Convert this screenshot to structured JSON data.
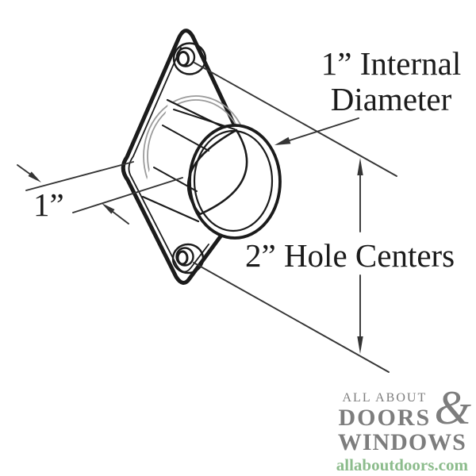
{
  "colors": {
    "ink": "#1b1b1b",
    "dim": "#343434",
    "backline": "#9b9b9b",
    "logo_gray": "#7d7d7d",
    "logo_green": "#8cbc8c",
    "bg": "#ffffff"
  },
  "annotations": {
    "internal_diameter_line1": "1” Internal",
    "internal_diameter_line2": "Diameter",
    "hole_centers": "2” Hole Centers",
    "socket_depth": "1”"
  },
  "logo": {
    "tagline": "ALL ABOUT",
    "word1": "DOORS",
    "ampersand": "&",
    "word2": "WINDOWS",
    "url": "allaboutdoors.com"
  }
}
